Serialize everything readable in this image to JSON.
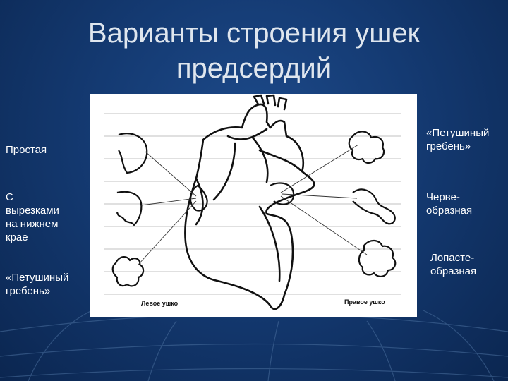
{
  "title": {
    "line1": "Варианты строения ушек",
    "line2": "предсердий"
  },
  "left_labels": {
    "simple": "Простая",
    "notched": [
      "С",
      "вырезками",
      "на нижнем",
      "крае"
    ],
    "crest": [
      "«Петушиный",
      "гребень»"
    ]
  },
  "right_labels": {
    "crest": [
      "«Петушиный",
      "гребень»"
    ],
    "worm": [
      "Черве-",
      "образная"
    ],
    "lobe": [
      "Лопасте-",
      "образная"
    ]
  },
  "figure": {
    "left_caption": "Левое ушко",
    "right_caption": "Правое ушко"
  },
  "colors": {
    "background": "#143a72",
    "title_text": "#dfe6ee",
    "label_text": "#ffffff",
    "figure_bg": "#ffffff"
  }
}
